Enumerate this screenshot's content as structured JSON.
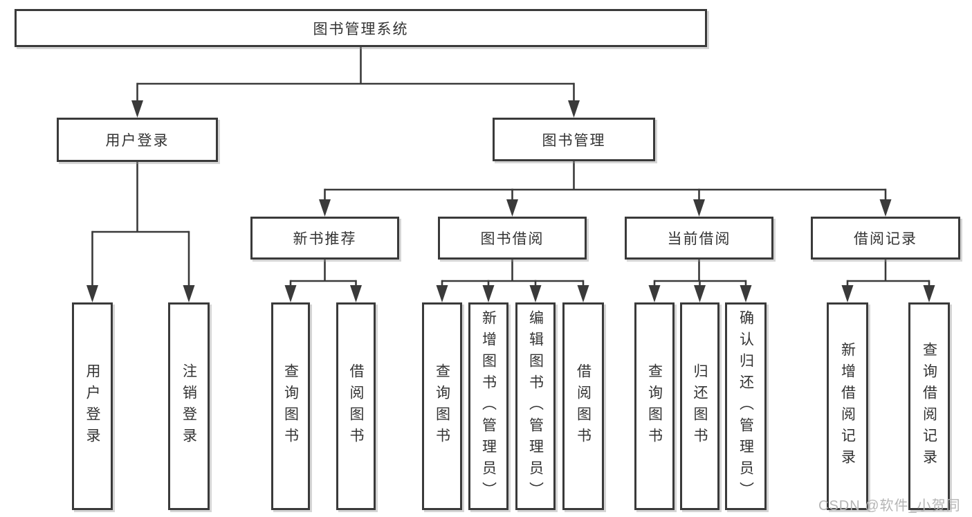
{
  "diagram": {
    "title": "图书管理系统",
    "nodes": [
      {
        "id": "root",
        "label": "图书管理系统",
        "parent": null,
        "orientation": "h"
      },
      {
        "id": "login",
        "label": "用户登录",
        "parent": "root",
        "orientation": "h"
      },
      {
        "id": "mgmt",
        "label": "图书管理",
        "parent": "root",
        "orientation": "h"
      },
      {
        "id": "newbook",
        "label": "新书推荐",
        "parent": "mgmt",
        "orientation": "h"
      },
      {
        "id": "borrow",
        "label": "图书借阅",
        "parent": "mgmt",
        "orientation": "h"
      },
      {
        "id": "current",
        "label": "当前借阅",
        "parent": "mgmt",
        "orientation": "h"
      },
      {
        "id": "records",
        "label": "借阅记录",
        "parent": "mgmt",
        "orientation": "h"
      },
      {
        "id": "login-user",
        "label": "用户登录",
        "parent": "login",
        "orientation": "v"
      },
      {
        "id": "login-logout",
        "label": "注销登录",
        "parent": "login",
        "orientation": "v"
      },
      {
        "id": "nb-query",
        "label": "查询图书",
        "parent": "newbook",
        "orientation": "v"
      },
      {
        "id": "nb-borrow",
        "label": "借阅图书",
        "parent": "newbook",
        "orientation": "v"
      },
      {
        "id": "bw-query",
        "label": "查询图书",
        "parent": "borrow",
        "orientation": "v"
      },
      {
        "id": "bw-add",
        "label": "新增图书（管理员）",
        "parent": "borrow",
        "orientation": "v"
      },
      {
        "id": "bw-edit",
        "label": "编辑图书（管理员）",
        "parent": "borrow",
        "orientation": "v"
      },
      {
        "id": "bw-borrow",
        "label": "借阅图书",
        "parent": "borrow",
        "orientation": "v"
      },
      {
        "id": "cur-query",
        "label": "查询图书",
        "parent": "current",
        "orientation": "v"
      },
      {
        "id": "cur-return",
        "label": "归还图书",
        "parent": "current",
        "orientation": "v"
      },
      {
        "id": "cur-confirm",
        "label": "确认归还（管理员）",
        "parent": "current",
        "orientation": "v"
      },
      {
        "id": "rec-add",
        "label": "新增借阅记录",
        "parent": "records",
        "orientation": "v"
      },
      {
        "id": "rec-query",
        "label": "查询借阅记录",
        "parent": "records",
        "orientation": "v"
      }
    ]
  },
  "watermark": "CSDN @软件_小贺同学",
  "colors": {
    "line": "#3a3a3a",
    "box_border": "#3a3a3a",
    "text": "#333333",
    "watermark": "#b5b5b5",
    "background": "#ffffff"
  }
}
